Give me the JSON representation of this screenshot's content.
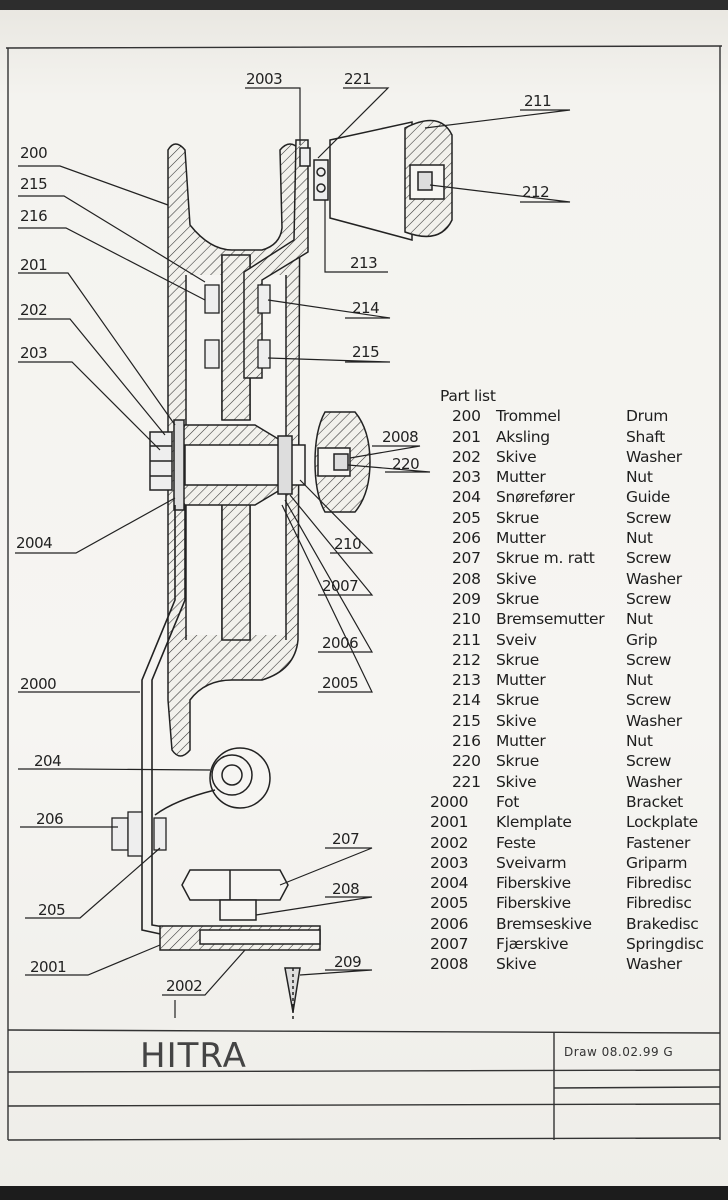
{
  "labels": {
    "l200": "200",
    "l215": "215",
    "l216": "216",
    "l201": "201",
    "l202": "202",
    "l203": "203",
    "l2004": "2004",
    "l2000": "2000",
    "l204": "204",
    "l206": "206",
    "l205": "205",
    "l2001": "2001",
    "l2002": "2002",
    "l2003": "2003",
    "l221": "221",
    "l211": "211",
    "l212": "212",
    "l213": "213",
    "l214": "214",
    "l215b": "215",
    "l2008": "2008",
    "l220": "220",
    "l210": "210",
    "l2007": "2007",
    "l2006": "2006",
    "l2005": "2005",
    "l207": "207",
    "l208": "208",
    "l209": "209"
  },
  "part_list": {
    "title": "Part list",
    "rows": [
      {
        "num": "200",
        "no": "Trommel",
        "en": "Drum"
      },
      {
        "num": "201",
        "no": "Aksling",
        "en": "Shaft"
      },
      {
        "num": "202",
        "no": "Skive",
        "en": "Washer"
      },
      {
        "num": "203",
        "no": "Mutter",
        "en": "Nut"
      },
      {
        "num": "204",
        "no": "Snørefører",
        "en": "Guide"
      },
      {
        "num": "205",
        "no": "Skrue",
        "en": "Screw"
      },
      {
        "num": "206",
        "no": "Mutter",
        "en": "Nut"
      },
      {
        "num": "207",
        "no": "Skrue m. ratt",
        "en": "Screw"
      },
      {
        "num": "208",
        "no": "Skive",
        "en": "Washer"
      },
      {
        "num": "209",
        "no": "Skrue",
        "en": "Screw"
      },
      {
        "num": "210",
        "no": "Bremsemutter",
        "en": "Nut"
      },
      {
        "num": "211",
        "no": "Sveiv",
        "en": "Grip"
      },
      {
        "num": "212",
        "no": "Skrue",
        "en": "Screw"
      },
      {
        "num": "213",
        "no": "Mutter",
        "en": "Nut"
      },
      {
        "num": "214",
        "no": "Skrue",
        "en": "Screw"
      },
      {
        "num": "215",
        "no": "Skive",
        "en": "Washer"
      },
      {
        "num": "216",
        "no": "Mutter",
        "en": "Nut"
      },
      {
        "num": "220",
        "no": "Skrue",
        "en": "Screw"
      },
      {
        "num": "221",
        "no": "Skive",
        "en": "Washer"
      },
      {
        "num": "2000",
        "no": "Fot",
        "en": "Bracket"
      },
      {
        "num": "2001",
        "no": "Klemplate",
        "en": "Lockplate"
      },
      {
        "num": "2002",
        "no": "Feste",
        "en": "Fastener"
      },
      {
        "num": "2003",
        "no": "Sveivarm",
        "en": "Griparm"
      },
      {
        "num": "2004",
        "no": "Fiberskive",
        "en": "Fibredisc"
      },
      {
        "num": "2005",
        "no": "Fiberskive",
        "en": "Fibredisc"
      },
      {
        "num": "2006",
        "no": "Bremseskive",
        "en": "Brakedisc"
      },
      {
        "num": "2007",
        "no": "Fjærskive",
        "en": "Springdisc"
      },
      {
        "num": "2008",
        "no": "Skive",
        "en": "Washer"
      }
    ]
  },
  "title_block": {
    "name": "HITRA",
    "draw": "Draw 08.02.99 G"
  }
}
